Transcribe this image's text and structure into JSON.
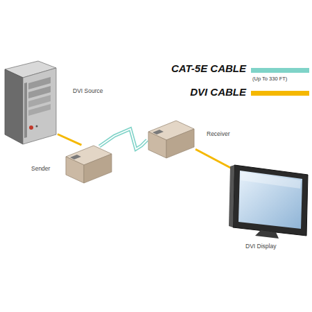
{
  "diagram": {
    "nodes": [
      {
        "text": [
          "DVI Source"
        ]
      },
      {
        "text": [
          "Sender"
        ]
      },
      {
        "text": [
          "Receiver"
        ]
      },
      {
        "text": [
          "DVI Display"
        ]
      }
    ],
    "edges": [
      {
        "from": 0,
        "to": 1,
        "arrow": "none"
      },
      {
        "from": 1,
        "to": 2,
        "arrow": "none"
      },
      {
        "from": 2,
        "to": 3,
        "arrow": "none"
      }
    ],
    "labels": [
      "(Up To 330 FT)"
    ],
    "legend": [
      {
        "text": "CAT-5E CABLE",
        "color": "#7fd3c8"
      },
      {
        "text": "DVI CABLE",
        "color": "#f5b800"
      }
    ]
  }
}
